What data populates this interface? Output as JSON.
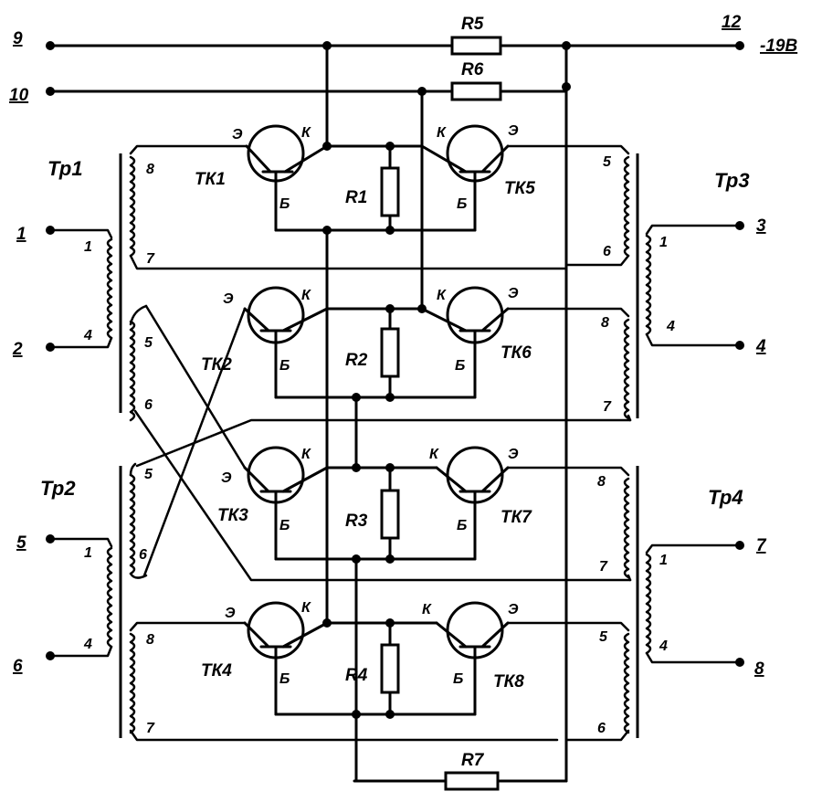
{
  "terminals": {
    "t9": "9",
    "t10": "10",
    "t12": "12",
    "t12_voltage": "-19В",
    "t1": "1",
    "t2": "2",
    "t3": "3",
    "t4": "4",
    "t5": "5",
    "t6": "6",
    "t7": "7",
    "t8": "8"
  },
  "resistors": {
    "r1": "R1",
    "r2": "R2",
    "r3": "R3",
    "r4": "R4",
    "r5": "R5",
    "r6": "R6",
    "r7": "R7"
  },
  "transistors": {
    "tk1": "ТК1",
    "tk2": "ТК2",
    "tk3": "ТК3",
    "tk4": "ТК4",
    "tk5": "ТК5",
    "tk6": "ТК6",
    "tk7": "ТК7",
    "tk8": "ТК8",
    "emitter": "Э",
    "collector": "К",
    "base": "Б"
  },
  "transformers": {
    "tr1": "Тр1",
    "tr2": "Тр2",
    "tr3": "Тр3",
    "tr4": "Тр4"
  },
  "pins": {
    "p1": "1",
    "p4": "4",
    "p5": "5",
    "p6": "6",
    "p7": "7",
    "p8": "8"
  }
}
